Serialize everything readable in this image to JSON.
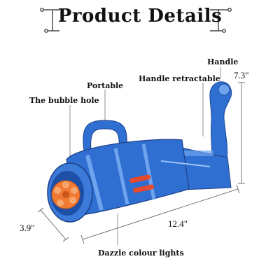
{
  "title": "Product Details",
  "labels": {
    "handle": "Handle",
    "handle_retractable": "Handle retractable",
    "portable": "Portable",
    "bubble_hole": "The bubble hole",
    "lights": "Dazzle colour lights"
  },
  "dimensions": {
    "height": "7.3\"",
    "length": "12.4\"",
    "width": "3.9\""
  },
  "colors": {
    "body": "#2f6fd1",
    "body_dark": "#1e4fa6",
    "body_light": "#6ea3ee",
    "nozzle": "#f07a33",
    "accent": "#1d3f88"
  }
}
